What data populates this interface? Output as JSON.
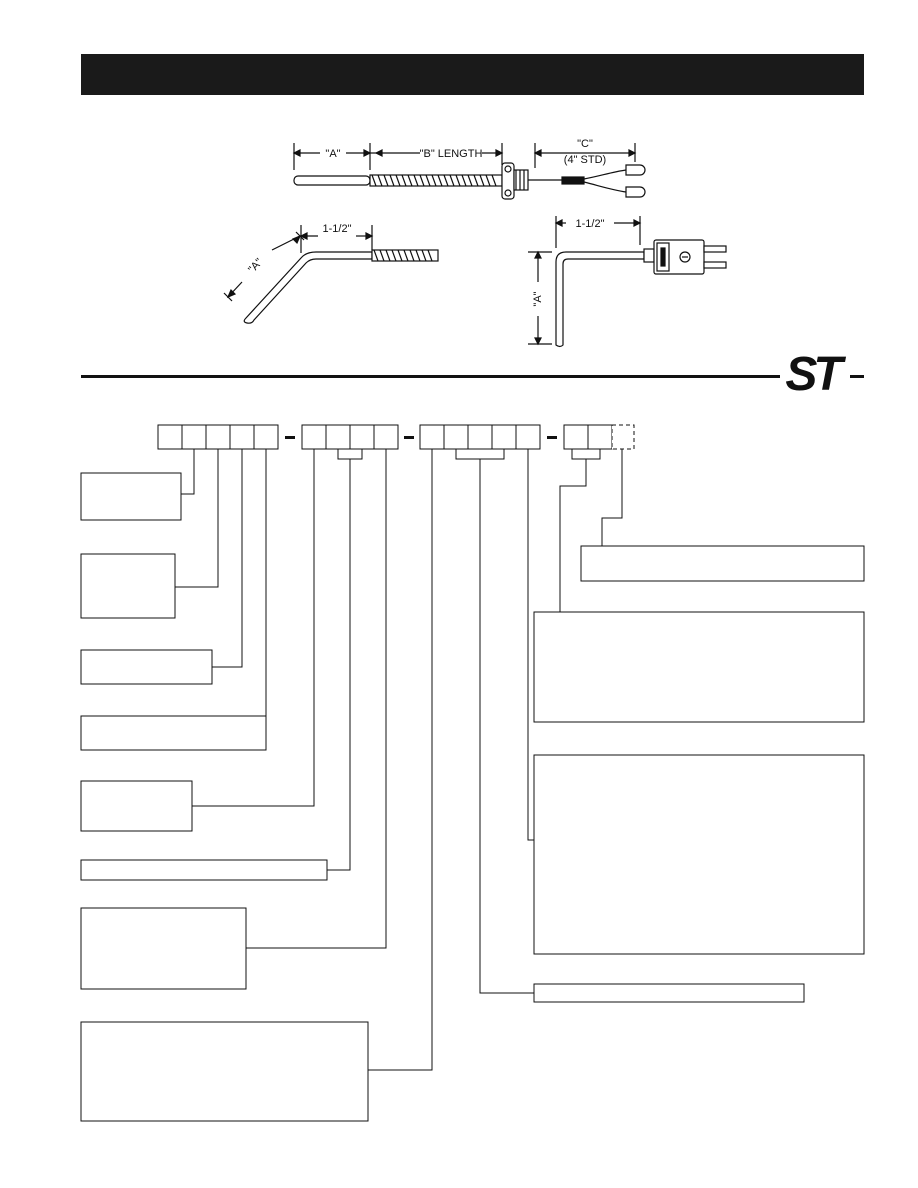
{
  "colors": {
    "ink": "#111111",
    "paper": "#ffffff",
    "header_bar": "#1a1a1a"
  },
  "drawing": {
    "dim_a": "\"A\"",
    "dim_b": "\"B\" LENGTH",
    "dim_c": "\"C\"",
    "dim_c_std": "(4\" STD)",
    "bend_width": "1-1/2\"",
    "bend_width_2": "1-1/2\"",
    "bend_dim_a": "\"A\"",
    "bend_dim_a_2": "\"A\""
  },
  "logo": {
    "text": "ST"
  },
  "part_number": {
    "groups": [
      5,
      4,
      5,
      3
    ],
    "dash": "-"
  },
  "icons": [
    "thermocouple-probe-icon",
    "bent-probe-icon",
    "plug-probe-icon",
    "st-logo-icon"
  ]
}
